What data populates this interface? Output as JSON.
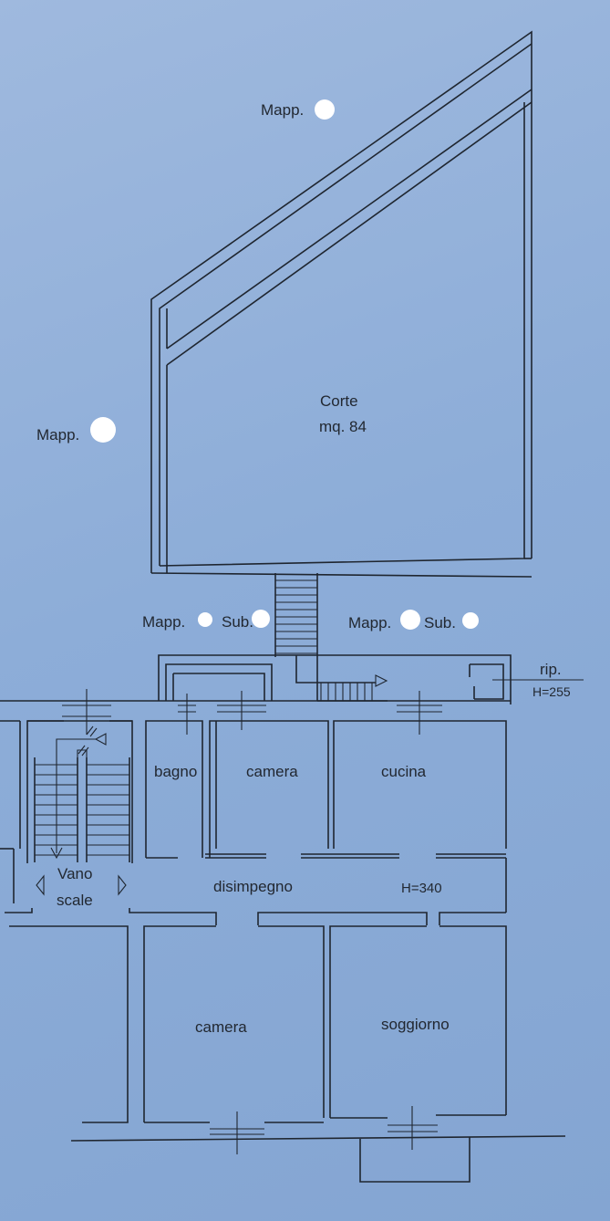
{
  "labels": {
    "mapp_top": "Mapp.",
    "mapp_left": "Mapp.",
    "mapp_mid_left": "Mapp.",
    "sub_mid_left": "Sub.",
    "mapp_mid_right": "Mapp.",
    "sub_mid_right": "Sub.",
    "corte": "Corte",
    "corte_area": "mq. 84",
    "rip": "rip.",
    "rip_height": "H=255",
    "bagno": "bagno",
    "camera_upper": "camera",
    "cucina": "cucina",
    "vano": "Vano",
    "scale": "scale",
    "disimpegno": "disimpegno",
    "height_main": "H=340",
    "camera_lower": "camera",
    "soggiorno": "soggiorno"
  },
  "colors": {
    "paper": "#8dadd8",
    "ink": "#1f2630",
    "redaction": "#ffffff"
  }
}
